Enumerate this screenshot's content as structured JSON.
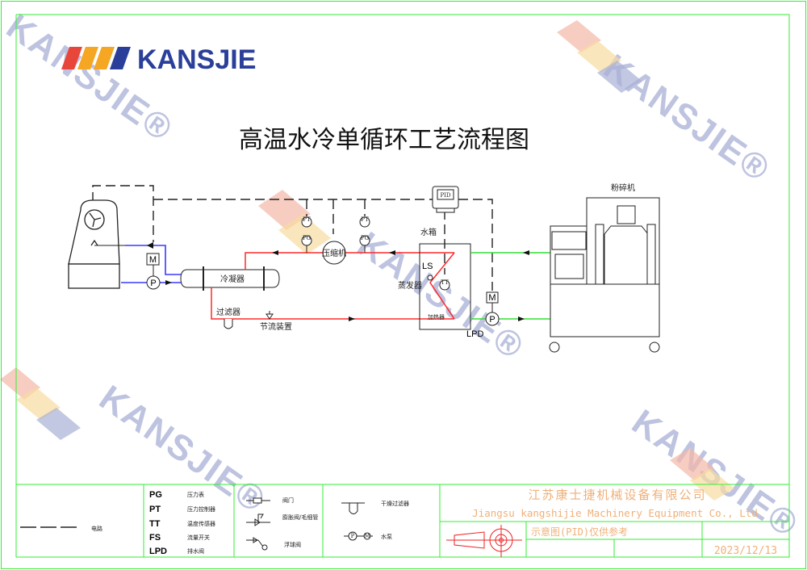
{
  "brand": {
    "name": "KANSJIE",
    "watermark": "KANSJIE®"
  },
  "title": "高温水冷单循环工艺流程图",
  "equipment": {
    "condenser": "冷凝器",
    "compressor": "压缩机",
    "filter": "过滤器",
    "throttle": "节流装置",
    "water_tank": "水箱",
    "evaporator": "蒸发器",
    "heater": "加热器",
    "ls": "LS",
    "lpd": "LPD",
    "pid": "PID",
    "crusher": "粉碎机",
    "motor": "M",
    "pump": "P",
    "pt": "PT",
    "pg": "PG",
    "tt": "TT"
  },
  "legend": {
    "circuit": "电路",
    "codes": [
      {
        "code": "PG",
        "desc": "压力表"
      },
      {
        "code": "PT",
        "desc": "压力控制器"
      },
      {
        "code": "TT",
        "desc": "温度传感器"
      },
      {
        "code": "FS",
        "desc": "流量开关"
      },
      {
        "code": "LPD",
        "desc": "排水阀"
      }
    ],
    "valves": [
      "阀门",
      "膨胀阀/毛细管",
      "浮球阀"
    ],
    "others": [
      "干燥过滤器",
      "水泵"
    ]
  },
  "titleblock": {
    "company_cn": "江苏康士捷机械设备有限公司",
    "company_en": "Jiangsu kangshijie Machinery Equipment Co., Ltd",
    "note": "示意图(PID)仅供参考",
    "date": "2023/12/13"
  },
  "colors": {
    "refrigerant": "#ff2a2a",
    "cooling_water": "#3a3aff",
    "process_water": "#33dd33",
    "frame": "#33ee33",
    "company": "#f0b078"
  }
}
